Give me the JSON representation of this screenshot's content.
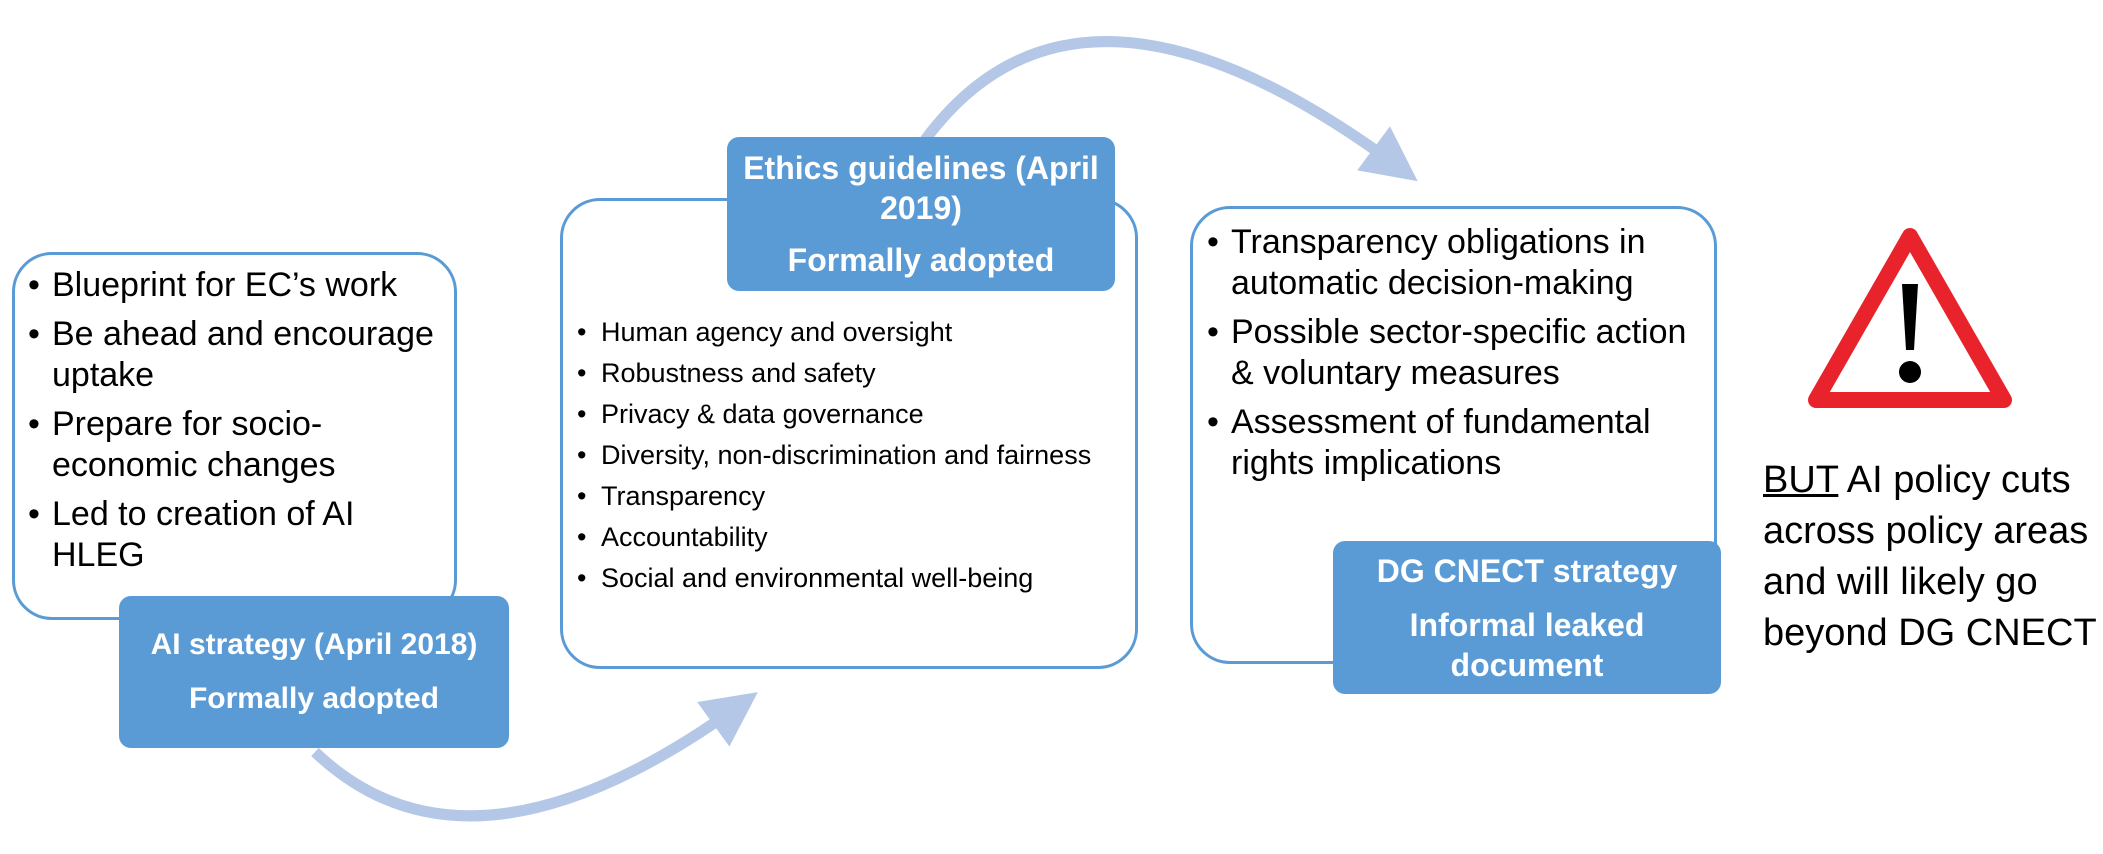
{
  "stage1": {
    "bullets": [
      "Blueprint for EC’s work",
      "Be ahead and encourage uptake",
      "Prepare for socio-economic changes",
      "Led to creation of AI HLEG"
    ],
    "label_title": "AI strategy (April 2018)",
    "label_status": "Formally adopted"
  },
  "stage2": {
    "label_title": "Ethics guidelines (April 2019)",
    "label_status": "Formally adopted",
    "bullets": [
      "Human agency and oversight",
      "Robustness and safety",
      "Privacy & data governance",
      "Diversity, non-discrimination and fairness",
      "Transparency",
      "Accountability",
      "Social and environmental well-being"
    ]
  },
  "stage3": {
    "bullets": [
      "Transparency obligations in automatic decision-making",
      "Possible sector-specific action & voluntary measures",
      "Assessment of fundamental rights implications"
    ],
    "label_title": "DG CNECT strategy",
    "label_status": "Informal leaked document"
  },
  "note": {
    "emphasis": "BUT",
    "text": " AI policy cuts across policy areas and will likely go beyond DG CNECT"
  },
  "colors": {
    "accent": "#5b9bd5",
    "arrow": "#b4c7e7",
    "warning_red": "#e8232b"
  },
  "icons": {
    "warning": "warning-triangle-icon"
  }
}
